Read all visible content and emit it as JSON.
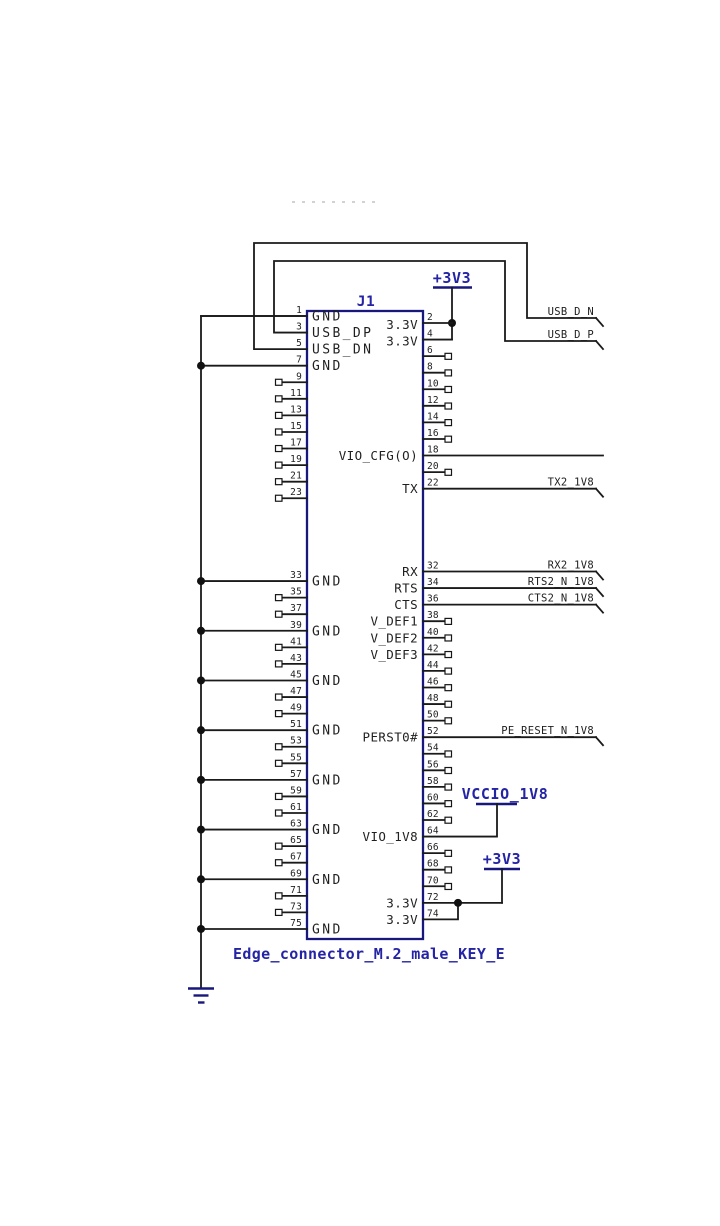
{
  "schematic": {
    "component": {
      "reference": "J1",
      "name": "Edge_connector_M.2_male_KEY_E"
    },
    "power": {
      "plus3v3_top": "+3V3",
      "plus3v3_bottom": "+3V3",
      "vccio": "VCCIO_1V8"
    },
    "ground_net": "GND",
    "colors": {
      "outline_blue": "#17177c",
      "label_blue": "#2424a4",
      "wire_black": "#1a1a1a",
      "background": "#ffffff"
    },
    "left_pins": [
      {
        "num": "1",
        "label": "GND",
        "conn": "gnd"
      },
      {
        "num": "3",
        "label": "USB_DP",
        "conn": "net",
        "net": "USB_D_P"
      },
      {
        "num": "5",
        "label": "USB_DN",
        "conn": "net",
        "net": "USB_D_N"
      },
      {
        "num": "7",
        "label": "GND",
        "conn": "gnd"
      },
      {
        "num": "9",
        "label": "",
        "conn": "nc"
      },
      {
        "num": "11",
        "label": "",
        "conn": "nc"
      },
      {
        "num": "13",
        "label": "",
        "conn": "nc"
      },
      {
        "num": "15",
        "label": "",
        "conn": "nc"
      },
      {
        "num": "17",
        "label": "",
        "conn": "nc"
      },
      {
        "num": "19",
        "label": "",
        "conn": "nc"
      },
      {
        "num": "21",
        "label": "",
        "conn": "nc"
      },
      {
        "num": "23",
        "label": "",
        "conn": "nc"
      },
      {
        "num": "33",
        "label": "GND",
        "conn": "gnd"
      },
      {
        "num": "35",
        "label": "",
        "conn": "nc"
      },
      {
        "num": "37",
        "label": "",
        "conn": "nc"
      },
      {
        "num": "39",
        "label": "GND",
        "conn": "gnd"
      },
      {
        "num": "41",
        "label": "",
        "conn": "nc"
      },
      {
        "num": "43",
        "label": "",
        "conn": "nc"
      },
      {
        "num": "45",
        "label": "GND",
        "conn": "gnd"
      },
      {
        "num": "47",
        "label": "",
        "conn": "nc"
      },
      {
        "num": "49",
        "label": "",
        "conn": "nc"
      },
      {
        "num": "51",
        "label": "GND",
        "conn": "gnd"
      },
      {
        "num": "53",
        "label": "",
        "conn": "nc"
      },
      {
        "num": "55",
        "label": "",
        "conn": "nc"
      },
      {
        "num": "57",
        "label": "GND",
        "conn": "gnd"
      },
      {
        "num": "59",
        "label": "",
        "conn": "nc"
      },
      {
        "num": "61",
        "label": "",
        "conn": "nc"
      },
      {
        "num": "63",
        "label": "GND",
        "conn": "gnd"
      },
      {
        "num": "65",
        "label": "",
        "conn": "nc"
      },
      {
        "num": "67",
        "label": "",
        "conn": "nc"
      },
      {
        "num": "69",
        "label": "GND",
        "conn": "gnd"
      },
      {
        "num": "71",
        "label": "",
        "conn": "nc"
      },
      {
        "num": "73",
        "label": "",
        "conn": "nc"
      },
      {
        "num": "75",
        "label": "GND",
        "conn": "gnd"
      }
    ],
    "right_pins": [
      {
        "num": "2",
        "label": "3.3V",
        "conn": "pwr_top_first"
      },
      {
        "num": "4",
        "label": "3.3V",
        "conn": "pwr_top_second"
      },
      {
        "num": "6",
        "label": "",
        "conn": "nc"
      },
      {
        "num": "8",
        "label": "",
        "conn": "nc"
      },
      {
        "num": "10",
        "label": "",
        "conn": "nc"
      },
      {
        "num": "12",
        "label": "",
        "conn": "nc"
      },
      {
        "num": "14",
        "label": "",
        "conn": "nc"
      },
      {
        "num": "16",
        "label": "",
        "conn": "nc"
      },
      {
        "num": "18",
        "label": "VIO_CFG(O)",
        "conn": "long"
      },
      {
        "num": "20",
        "label": "",
        "conn": "nc"
      },
      {
        "num": "22",
        "label": "TX",
        "conn": "net",
        "net": "TX2_1V8"
      },
      {
        "num": "32",
        "label": "RX",
        "conn": "net",
        "net": "RX2_1V8"
      },
      {
        "num": "34",
        "label": "RTS",
        "conn": "net",
        "net": "RTS2_N_1V8"
      },
      {
        "num": "36",
        "label": "CTS",
        "conn": "net",
        "net": "CTS2_N_1V8"
      },
      {
        "num": "38",
        "label": "V_DEF1",
        "conn": "nc"
      },
      {
        "num": "40",
        "label": "V_DEF2",
        "conn": "nc"
      },
      {
        "num": "42",
        "label": "V_DEF3",
        "conn": "nc"
      },
      {
        "num": "44",
        "label": "",
        "conn": "nc"
      },
      {
        "num": "46",
        "label": "",
        "conn": "nc"
      },
      {
        "num": "48",
        "label": "",
        "conn": "nc"
      },
      {
        "num": "50",
        "label": "",
        "conn": "nc"
      },
      {
        "num": "52",
        "label": "PERST0#",
        "conn": "net",
        "net": "PE_RESET_N_1V8"
      },
      {
        "num": "54",
        "label": "",
        "conn": "nc"
      },
      {
        "num": "56",
        "label": "",
        "conn": "nc"
      },
      {
        "num": "58",
        "label": "",
        "conn": "nc"
      },
      {
        "num": "60",
        "label": "",
        "conn": "nc"
      },
      {
        "num": "62",
        "label": "",
        "conn": "nc"
      },
      {
        "num": "64",
        "label": "VIO_1V8",
        "conn": "pwr_vccio"
      },
      {
        "num": "66",
        "label": "",
        "conn": "nc"
      },
      {
        "num": "68",
        "label": "",
        "conn": "nc"
      },
      {
        "num": "70",
        "label": "",
        "conn": "nc"
      },
      {
        "num": "72",
        "label": "3.3V",
        "conn": "pwr_bot_first"
      },
      {
        "num": "74",
        "label": "3.3V",
        "conn": "pwr_bot_second"
      }
    ]
  }
}
